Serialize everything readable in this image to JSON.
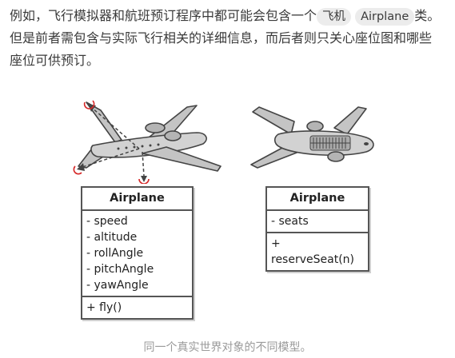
{
  "paragraph": {
    "line1_pre": "例如，飞行模拟器和航班预订程序中都可能会包含一个",
    "code1": "飞机",
    "code2": "Airplane",
    "line1_post": "类。",
    "line2": "但是前者需包含与实际飞行相关的详细信息，而后者则只关心座位图和哪些",
    "line3": "座位可供预订。"
  },
  "left_class": {
    "name": "Airplane",
    "attributes": [
      "- speed",
      "- altitude",
      "- rollAngle",
      "- pitchAngle",
      "- yawAngle"
    ],
    "methods": [
      "+ fly()"
    ]
  },
  "right_class": {
    "name": "Airplane",
    "attributes": [
      "- seats"
    ],
    "methods": [
      "+ reserveSeat(n)"
    ]
  },
  "caption": "同一个真实世界对象的不同模型。",
  "colors": {
    "text": "#3a3a3a",
    "code_bg": "#ececec",
    "plane_fill": "#c4c4c4",
    "plane_stroke": "#444444",
    "axis_red": "#d62828",
    "caption": "#9a9a9a"
  }
}
